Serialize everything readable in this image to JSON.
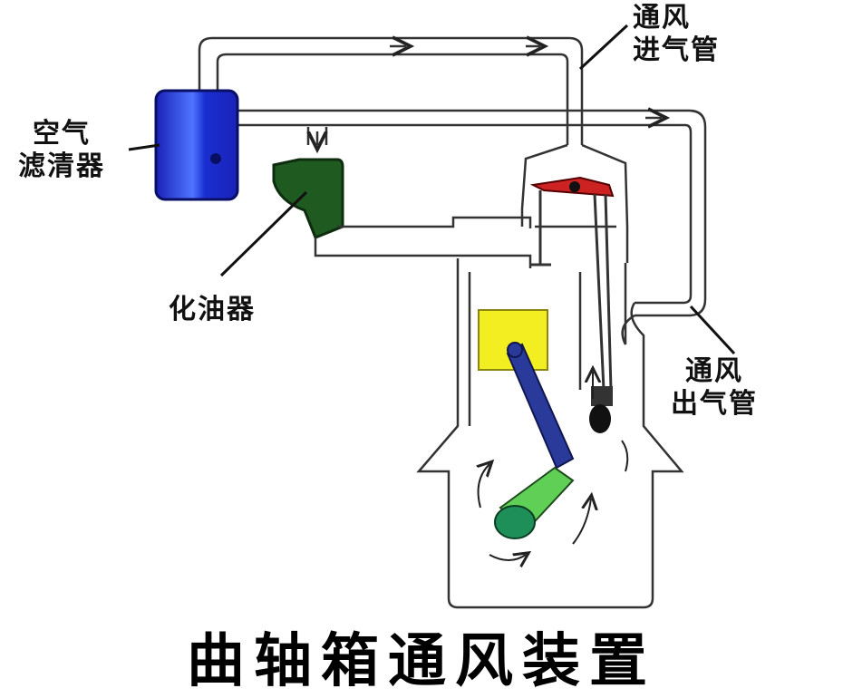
{
  "title": "曲轴箱通风装置",
  "labels": {
    "intake_pipe": [
      "通风",
      "进气管"
    ],
    "air_filter": [
      "空气",
      "滤清器"
    ],
    "carburetor": [
      "化油器"
    ],
    "outlet_pipe": [
      "通风",
      "出气管"
    ]
  },
  "colors": {
    "air_filter": "#2233cc",
    "carburetor": "#1f5a20",
    "piston": "#f2ee22",
    "connecting_rod": "#2a3a9a",
    "crank_pin": "#5fcf55",
    "valve_rocker": "#cc2222",
    "pipe_outline": "#333333"
  }
}
